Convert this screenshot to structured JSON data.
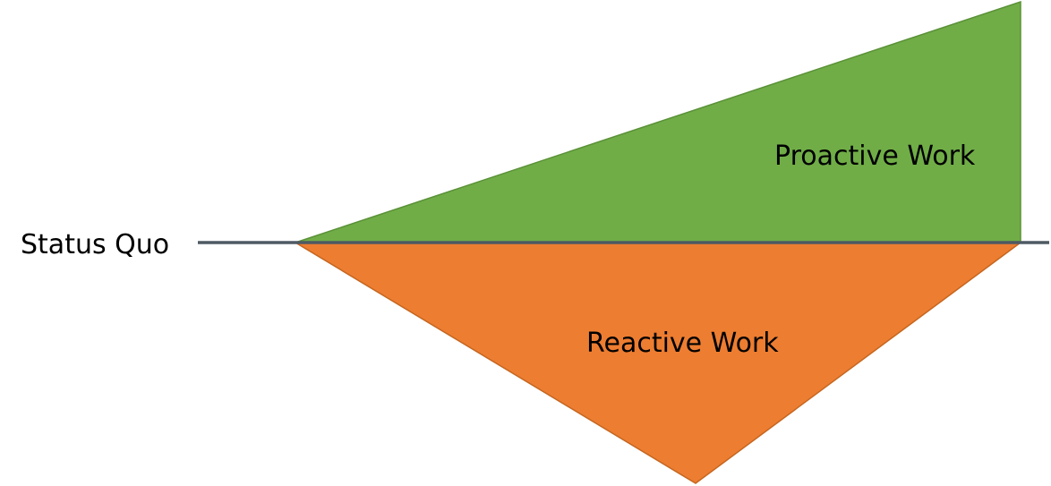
{
  "diagram": {
    "baseline_label": "Status Quo",
    "upper_region_label": "Proactive Work",
    "lower_region_label": "Reactive Work"
  },
  "colors": {
    "upper_fill": "#70AD47",
    "upper_stroke": "#5A9137",
    "lower_fill": "#ED7D31",
    "lower_stroke": "#C5661F",
    "baseline": "#4E5A63",
    "text": "#000000",
    "background": "#FFFFFF"
  }
}
